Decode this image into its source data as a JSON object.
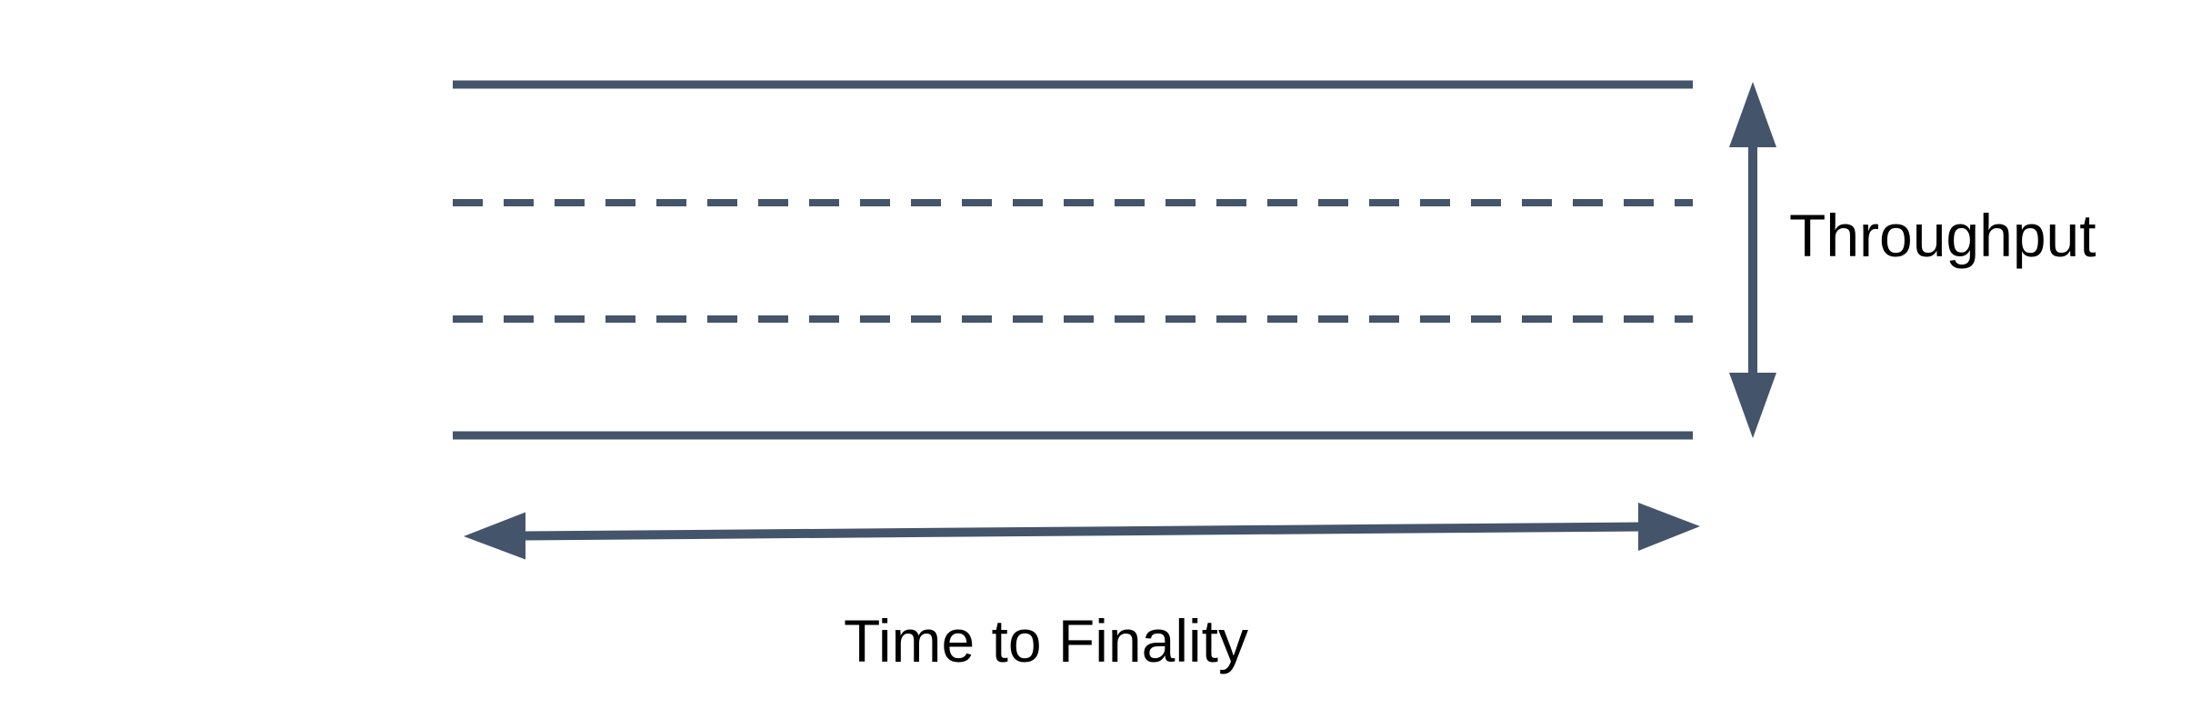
{
  "diagram": {
    "colors": {
      "line": "#44546A",
      "label_text": "#000000",
      "background": "#FFFFFF"
    },
    "band": {
      "top_border_style": "solid",
      "bottom_border_style": "solid",
      "lane_divider_style": "dashed",
      "lane_divider_count": 2
    },
    "throughput_axis": {
      "label": "Throughput",
      "orientation": "vertical",
      "arrow_style": "double-headed"
    },
    "finality_axis": {
      "label": "Time to Finality",
      "orientation": "horizontal",
      "arrow_style": "double-headed"
    }
  }
}
